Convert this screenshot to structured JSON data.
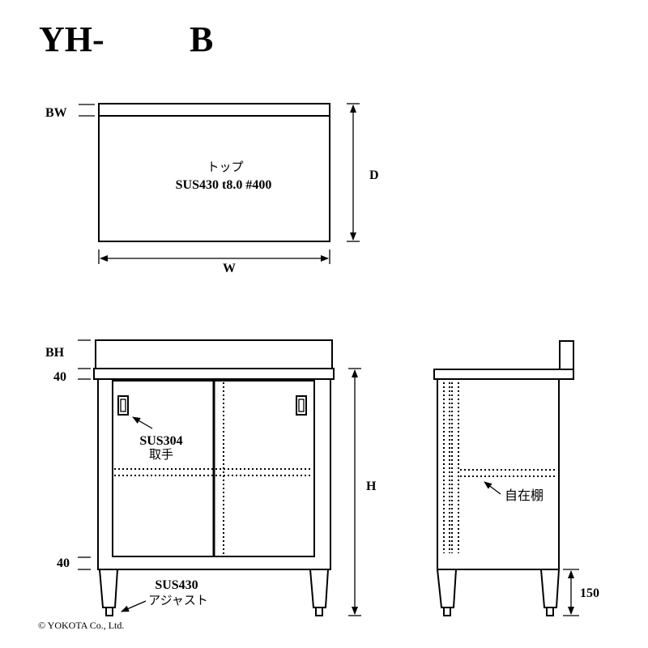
{
  "title": {
    "model_prefix": "YH-",
    "model_suffix": "B"
  },
  "top_view": {
    "label_bw": "BW",
    "label_d": "D",
    "label_w": "W",
    "part_name": "トップ",
    "material": "SUS430 t8.0 #400"
  },
  "front_view": {
    "label_bh": "BH",
    "label_40_top": "40",
    "label_40_bottom": "40",
    "label_h": "H",
    "handle_material": "SUS304",
    "handle_name": "取手",
    "adjuster_material": "SUS430",
    "adjuster_name": "アジャスト"
  },
  "side_view": {
    "shelf_label": "自在棚",
    "label_150": "150"
  },
  "copyright": "© YOKOTA Co., Ltd."
}
